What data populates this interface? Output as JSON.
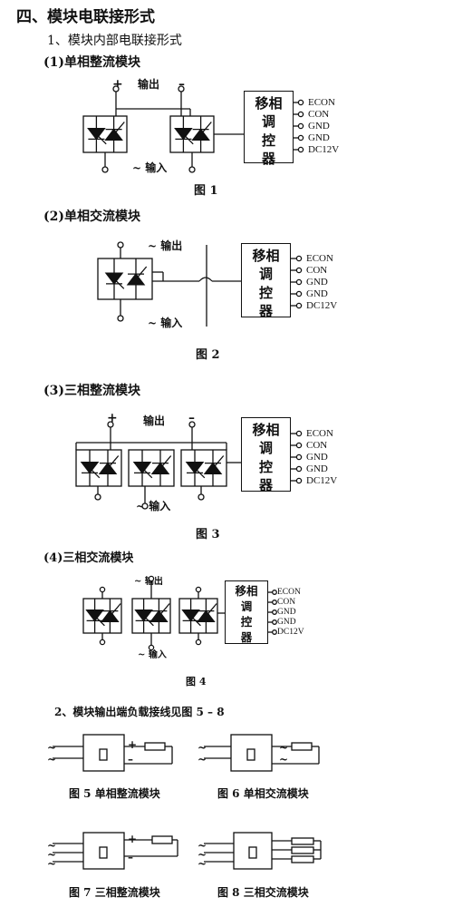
{
  "headings": {
    "section": "四、模块电联接形式",
    "sub1": "1、模块内部电联接形式",
    "sub2": "2、模块输出端负载接线见图 5 – 8"
  },
  "modules": [
    {
      "title": "(1)单相整流模块",
      "caption": "图 1",
      "output_label": "输出",
      "input_label": "~ 输入",
      "plus": "+",
      "minus": "–"
    },
    {
      "title": "(2)单相交流模块",
      "caption": "图 2",
      "output_label": "~ 输出",
      "input_label": "~ 输入"
    },
    {
      "title": "(3)三相整流模块",
      "caption": "图 3",
      "output_label": "输出",
      "input_label": "~ 输入",
      "plus": "+",
      "minus": "–"
    },
    {
      "title": "(4)三相交流模块",
      "caption": "图 4",
      "output_label": "~ 输出",
      "input_label": "~ 输入"
    }
  ],
  "controller": {
    "line1": "移相",
    "line2": "调",
    "line3": "控",
    "line4": "器",
    "pins": [
      "ECON",
      "CON",
      "GND",
      "GND",
      "DC12V"
    ]
  },
  "wiring": [
    {
      "caption": "图 5 单相整流模块",
      "tilde": "~",
      "plus": "+",
      "minus": "–"
    },
    {
      "caption": "图 6 单相交流模块",
      "tilde": "~"
    },
    {
      "caption": "图 7 三相整流模块",
      "tilde": "~",
      "plus": "+",
      "minus": "–"
    },
    {
      "caption": "图 8 三相交流模块",
      "tilde": "~"
    }
  ]
}
